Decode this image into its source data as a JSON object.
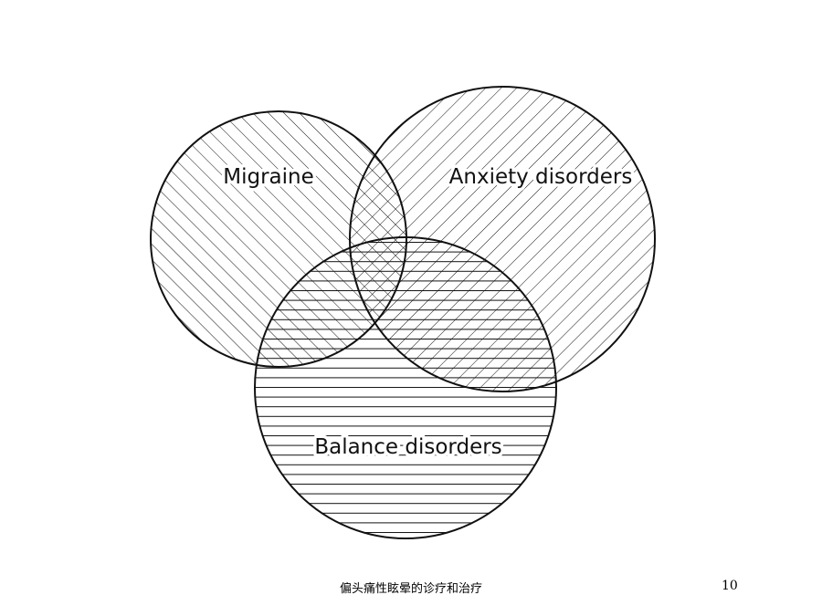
{
  "diagram": {
    "sets": [
      {
        "id": "migraine",
        "label": "Migraine",
        "hatch": "diagonal-down"
      },
      {
        "id": "anxiety",
        "label": "Anxiety disorders",
        "hatch": "diagonal-up"
      },
      {
        "id": "balance",
        "label": "Balance disorders",
        "hatch": "horizontal"
      }
    ],
    "line_color": "#111111",
    "background": "#ffffff"
  },
  "footer": {
    "title": "偏头痛性眩晕的诊疗和治疗",
    "page_number": "10"
  }
}
